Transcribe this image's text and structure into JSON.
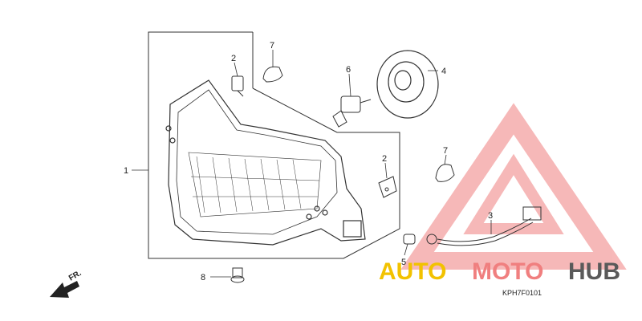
{
  "diagram": {
    "part_code": "KPH7F0101",
    "direction_label": "FR.",
    "callouts": [
      {
        "id": "c1",
        "label": "1"
      },
      {
        "id": "c2a",
        "label": "2"
      },
      {
        "id": "c2b",
        "label": "2"
      },
      {
        "id": "c3",
        "label": "3"
      },
      {
        "id": "c4",
        "label": "4"
      },
      {
        "id": "c5",
        "label": "5"
      },
      {
        "id": "c6",
        "label": "6"
      },
      {
        "id": "c7a",
        "label": "7"
      },
      {
        "id": "c7b",
        "label": "7"
      },
      {
        "id": "c8",
        "label": "8"
      }
    ]
  },
  "watermark": {
    "part1": "AUTO",
    "part2": "MOTO",
    "part3": "HUB",
    "colors": {
      "yellow": "#f2c200",
      "red": "#f07f7f",
      "gray": "#5a5a5a"
    }
  }
}
